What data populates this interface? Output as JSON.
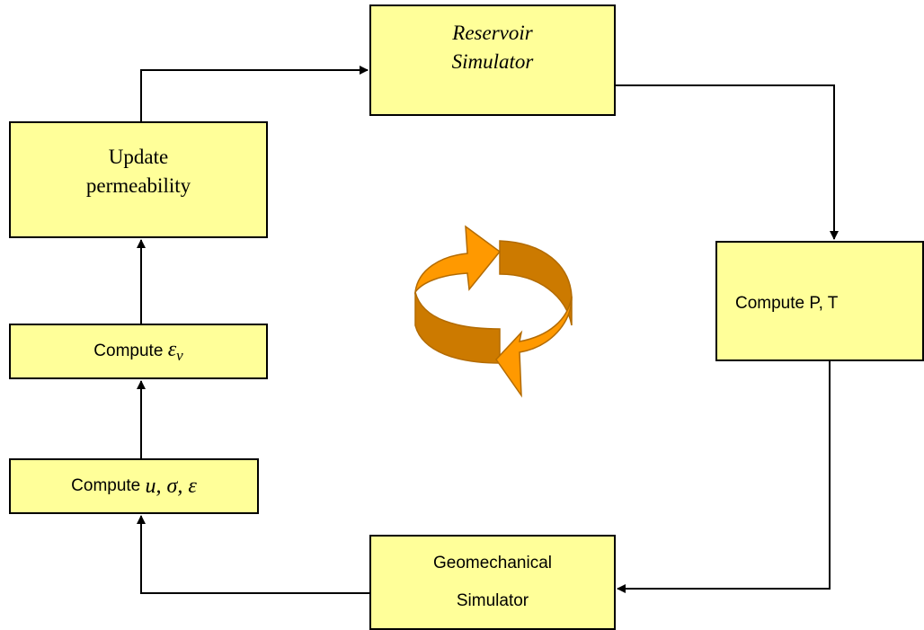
{
  "diagram": {
    "nodes": {
      "reservoir_simulator": {
        "line1": "Reservoir",
        "line2": "Simulator"
      },
      "update_permeability": {
        "line1": "Update",
        "line2": "permeability"
      },
      "compute_strain": {
        "label": "Compute",
        "math": "ε",
        "subscript": "v"
      },
      "compute_u_sigma_eps": {
        "label": "Compute",
        "math": "u, σ, ε"
      },
      "compute_pt": {
        "label": "Compute P, T"
      },
      "geomechanical_simulator": {
        "line1": "Geomechanical",
        "line2": "Simulator"
      }
    },
    "edges": [
      {
        "from": "update_permeability",
        "to": "reservoir_simulator"
      },
      {
        "from": "reservoir_simulator",
        "to": "compute_pt"
      },
      {
        "from": "compute_pt",
        "to": "geomechanical_simulator"
      },
      {
        "from": "geomechanical_simulator",
        "to": "compute_u_sigma_eps"
      },
      {
        "from": "compute_u_sigma_eps",
        "to": "compute_strain"
      },
      {
        "from": "compute_strain",
        "to": "update_permeability"
      }
    ],
    "cycle_icon": "circular-arrows-icon",
    "colors": {
      "box_fill": "#ffff99",
      "arrow_light": "#ff9900",
      "arrow_dark": "#cc7a00"
    }
  }
}
